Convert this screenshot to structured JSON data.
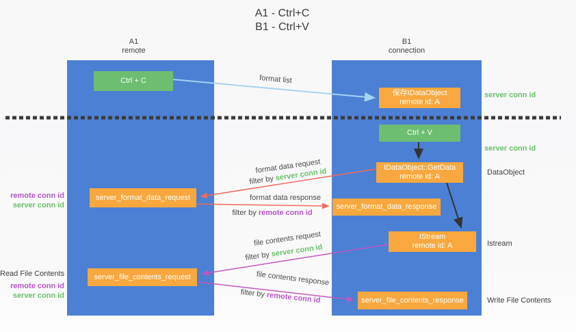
{
  "title": {
    "line1": "A1 - Ctrl+C",
    "line2": "B1 - Ctrl+V"
  },
  "columns": {
    "left": {
      "id": "A1",
      "subtitle": "remote"
    },
    "right": {
      "id": "B1",
      "subtitle": "connection"
    }
  },
  "nodes": {
    "ctrl_c": {
      "label": "Ctrl + C"
    },
    "ctrl_v": {
      "label": "Ctrl + V"
    },
    "save_dataobject": {
      "line1": "保存IDataObject",
      "line2": "remote id: A"
    },
    "getdata": {
      "line1": "IDataObject::GetData",
      "line2": "remote id: A"
    },
    "istream": {
      "line1": "IStream",
      "line2": "remote id: A"
    },
    "format_request": {
      "label": "server_format_data_request"
    },
    "format_response": {
      "label": "server_format_data_response"
    },
    "file_request": {
      "label": "server_file_contents_request"
    },
    "file_response": {
      "label": "server_file_contents_response"
    }
  },
  "annotations": {
    "server_conn_id": "server conn id",
    "remote_conn_id": "remote conn id",
    "dataobject": "DataObject",
    "istream": "Istream",
    "read_file_contents": "Read File Contents",
    "write_file_contents": "Write File Contents"
  },
  "flow_labels": {
    "format_list": "format list",
    "format_data_request": "format data request",
    "format_data_response": "format data response",
    "file_contents_request": "file contents request",
    "file_contents_response": "file contents response",
    "filter_by": "filter by"
  },
  "colors": {
    "column_blue": "#4c80d4",
    "node_green": "#6ebe71",
    "node_orange": "#f8a83e",
    "arrow_light_blue": "#a6d3f0",
    "arrow_red": "#f2695c",
    "arrow_magenta": "#c157c1",
    "arrow_black": "#333333",
    "text_green": "#6abf69",
    "text_purple": "#b455c8",
    "divider": "#3a3a3a"
  }
}
